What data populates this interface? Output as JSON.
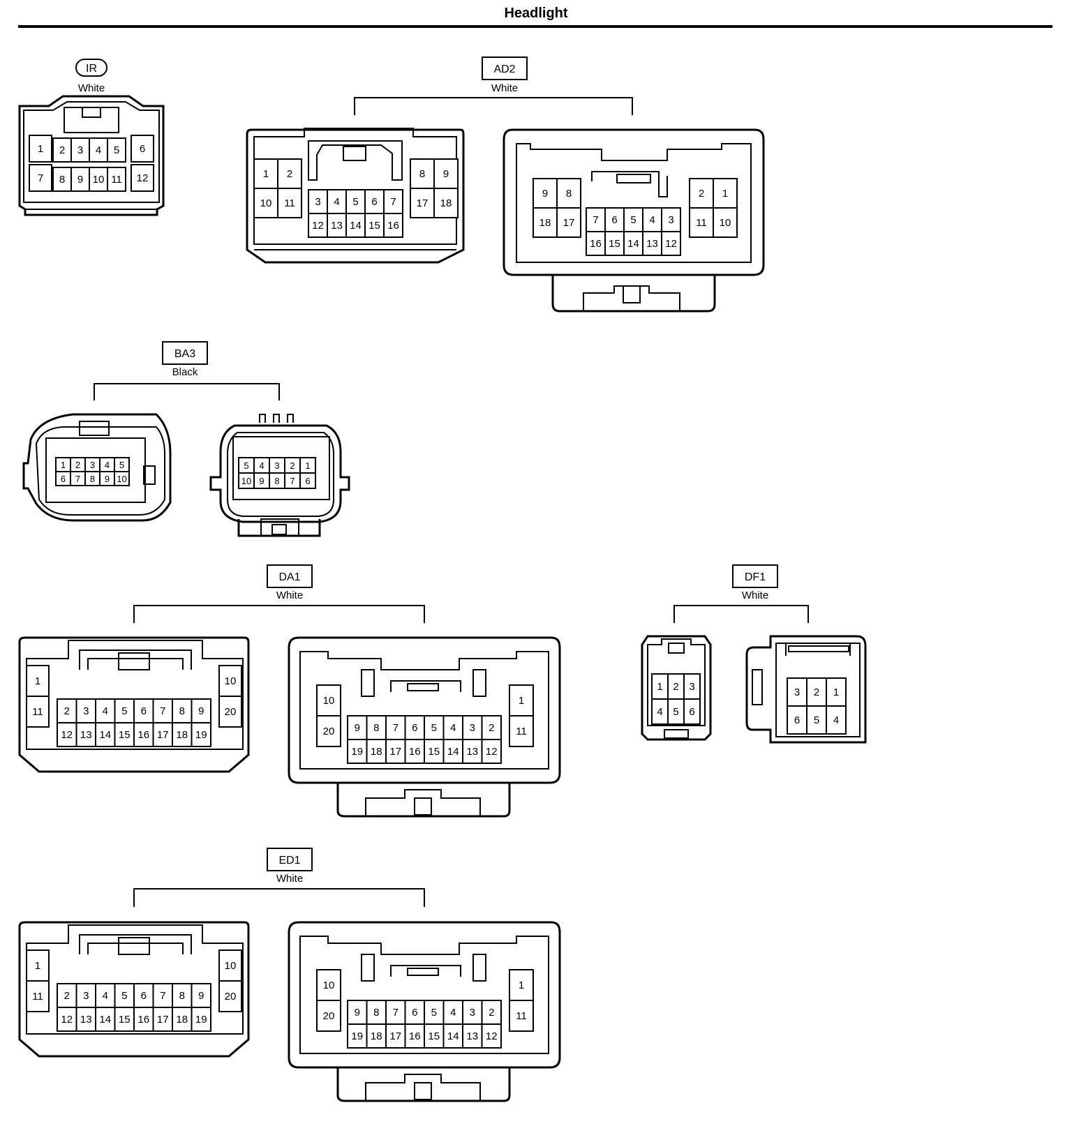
{
  "title": "Headlight",
  "connectors": {
    "IR": {
      "code": "IR",
      "color": "White",
      "pins": {
        "r1": [
          "1",
          "2",
          "3",
          "4",
          "5",
          "6"
        ],
        "r2": [
          "7",
          "8",
          "9",
          "10",
          "11",
          "12"
        ]
      }
    },
    "AD2": {
      "code": "AD2",
      "color": "White",
      "left": {
        "tl": [
          "1",
          "2"
        ],
        "bl": [
          "10",
          "11"
        ],
        "cm": [
          "3",
          "4",
          "5",
          "6",
          "7"
        ],
        "cb": [
          "12",
          "13",
          "14",
          "15",
          "16"
        ],
        "tr": [
          "8",
          "9"
        ],
        "br": [
          "17",
          "18"
        ]
      },
      "right": {
        "tl": [
          "9",
          "8"
        ],
        "bl": [
          "18",
          "17"
        ],
        "cm": [
          "7",
          "6",
          "5",
          "4",
          "3"
        ],
        "cb": [
          "16",
          "15",
          "14",
          "13",
          "12"
        ],
        "tr": [
          "2",
          "1"
        ],
        "br": [
          "11",
          "10"
        ]
      }
    },
    "BA3": {
      "code": "BA3",
      "color": "Black",
      "left": {
        "r1": [
          "1",
          "2",
          "3",
          "4",
          "5"
        ],
        "r2": [
          "6",
          "7",
          "8",
          "9",
          "10"
        ]
      },
      "right": {
        "r1": [
          "5",
          "4",
          "3",
          "2",
          "1"
        ],
        "r2": [
          "10",
          "9",
          "8",
          "7",
          "6"
        ]
      }
    },
    "DA1": {
      "code": "DA1",
      "color": "White",
      "left": {
        "side_l": [
          "1",
          "11"
        ],
        "r1": [
          "2",
          "3",
          "4",
          "5",
          "6",
          "7",
          "8",
          "9"
        ],
        "r2": [
          "12",
          "13",
          "14",
          "15",
          "16",
          "17",
          "18",
          "19"
        ],
        "side_r": [
          "10",
          "20"
        ]
      },
      "right": {
        "side_l": [
          "10",
          "20"
        ],
        "r1": [
          "9",
          "8",
          "7",
          "6",
          "5",
          "4",
          "3",
          "2"
        ],
        "r2": [
          "19",
          "18",
          "17",
          "16",
          "15",
          "14",
          "13",
          "12"
        ],
        "side_r": [
          "1",
          "11"
        ]
      }
    },
    "DF1": {
      "code": "DF1",
      "color": "White",
      "left": {
        "r1": [
          "1",
          "2",
          "3"
        ],
        "r2": [
          "4",
          "5",
          "6"
        ]
      },
      "right": {
        "r1": [
          "3",
          "2",
          "1"
        ],
        "r2": [
          "6",
          "5",
          "4"
        ]
      }
    },
    "ED1": {
      "code": "ED1",
      "color": "White",
      "left": {
        "side_l": [
          "1",
          "11"
        ],
        "r1": [
          "2",
          "3",
          "4",
          "5",
          "6",
          "7",
          "8",
          "9"
        ],
        "r2": [
          "12",
          "13",
          "14",
          "15",
          "16",
          "17",
          "18",
          "19"
        ],
        "side_r": [
          "10",
          "20"
        ]
      },
      "right": {
        "side_l": [
          "10",
          "20"
        ],
        "r1": [
          "9",
          "8",
          "7",
          "6",
          "5",
          "4",
          "3",
          "2"
        ],
        "r2": [
          "19",
          "18",
          "17",
          "16",
          "15",
          "14",
          "13",
          "12"
        ],
        "side_r": [
          "1",
          "11"
        ]
      }
    }
  }
}
